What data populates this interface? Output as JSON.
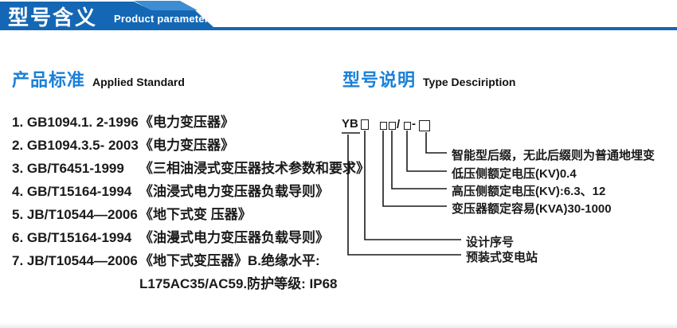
{
  "banner": {
    "title_cn": "型号含义",
    "subtitle_en": "Product parameters",
    "bg_color": "#1467b4",
    "accent_color": "#3d8dd3"
  },
  "left_section": {
    "heading_cn": "产品标准",
    "heading_en": "Applied Standard",
    "heading_color": "#1a80d8",
    "standards": [
      {
        "code": "1. GB1094.1. 2-1996",
        "title": "《电力变压器》"
      },
      {
        "code": "2. GB1094.3.5- 2003",
        "title": "《电力变压器》"
      },
      {
        "code": "3. GB/T6451-1999",
        "title": "《三相油浸式变压器技术参数和要求》"
      },
      {
        "code": "4. GB/T15164-1994",
        "title": "《油浸式电力变压器负载导则》"
      },
      {
        "code": "5. JB/T10544—2006",
        "title": "《地下式变 压器》"
      },
      {
        "code": "6. GB/T15164-1994",
        "title": "《油漫式电力变压器负载导则》"
      },
      {
        "code": "7. JB/T10544—2006",
        "title": "《地下式变压器》B.绝缘水平:"
      },
      {
        "code": "",
        "title": "L175AC35/AC59.防护等级: IP68"
      }
    ]
  },
  "right_section": {
    "heading_cn": "型号说明",
    "heading_en": "Type Desciription",
    "model_code": {
      "prefix": "YB",
      "separator_slash": "/",
      "separator_dash": "-"
    },
    "callouts": [
      {
        "label": "智能型后缀，无此后缀则为普通地埋变"
      },
      {
        "label": "低压侧额定电压(KV)0.4"
      },
      {
        "label": "高压侧额定电压(KV):6.3、12"
      },
      {
        "label": "变压器额定容易(KVA)30-1000"
      },
      {
        "label": "设计序号"
      },
      {
        "label": "预装式变电站"
      }
    ]
  }
}
